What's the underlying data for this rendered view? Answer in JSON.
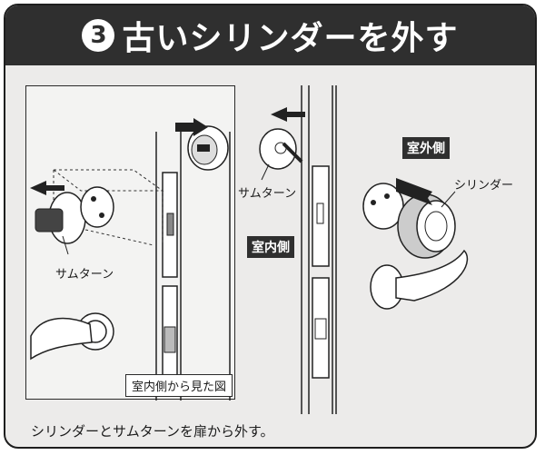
{
  "title": {
    "step_number": "3",
    "text": "古いシリンダーを外す"
  },
  "figure_left": {
    "thumbturn_label": "サムターン",
    "caption": "室内側から見た図"
  },
  "figure_right": {
    "thumbturn_label": "サムターン",
    "indoor_badge": "室内側",
    "outdoor_badge": "室外側",
    "cylinder_label": "シリンダー"
  },
  "instruction": "シリンダーとサムターンを扉から外す。"
}
